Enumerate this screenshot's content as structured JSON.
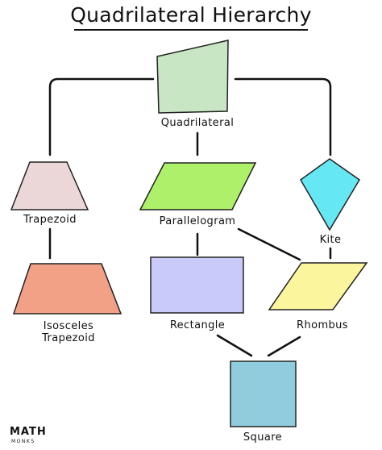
{
  "title": "Quadrilateral Hierarchy",
  "shapes": {
    "quadrilateral": {
      "label": "Quadrilateral",
      "fill": "#c8e6c4"
    },
    "trapezoid": {
      "label": "Trapezoid",
      "fill": "#ebd7d7"
    },
    "parallelogram": {
      "label": "Parallelogram",
      "fill": "#adf06a"
    },
    "kite": {
      "label": "Kite",
      "fill": "#66e8f4"
    },
    "isosceles_trapezoid": {
      "label_line1": "Isosceles",
      "label_line2": "Trapezoid",
      "fill": "#f2a186"
    },
    "rectangle": {
      "label": "Rectangle",
      "fill": "#c9c9fa"
    },
    "rhombus": {
      "label": "Rhombus",
      "fill": "#fbf59e"
    },
    "square": {
      "label": "Square",
      "fill": "#8fcdde"
    }
  },
  "logo": {
    "line1": "MATH",
    "line2": "MONKS"
  }
}
